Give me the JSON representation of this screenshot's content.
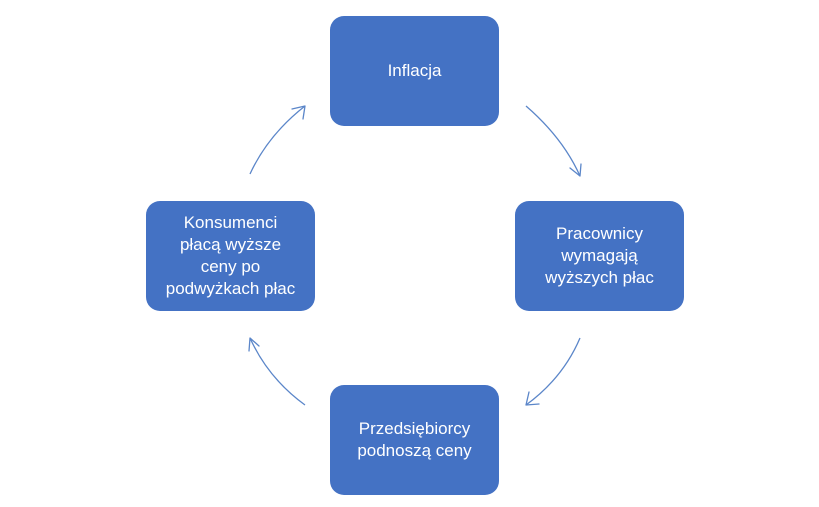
{
  "diagram": {
    "type": "cycle",
    "nodes": [
      {
        "id": "top",
        "label": "Inflacja"
      },
      {
        "id": "right",
        "label": "Pracownicy\nwymagają\nwyższych płac"
      },
      {
        "id": "bottom",
        "label": "Przedsiębiorcy\npodnoszą ceny"
      },
      {
        "id": "left",
        "label": "Konsumenci\npłacą wyższe\nceny po\npodwyżkach płac"
      }
    ],
    "edges": [
      {
        "from": "top",
        "to": "right"
      },
      {
        "from": "right",
        "to": "bottom"
      },
      {
        "from": "bottom",
        "to": "left"
      },
      {
        "from": "left",
        "to": "top"
      }
    ],
    "colors": {
      "node_fill": "#4472c4",
      "node_text": "#ffffff",
      "arrow": "#5b86c9"
    }
  }
}
